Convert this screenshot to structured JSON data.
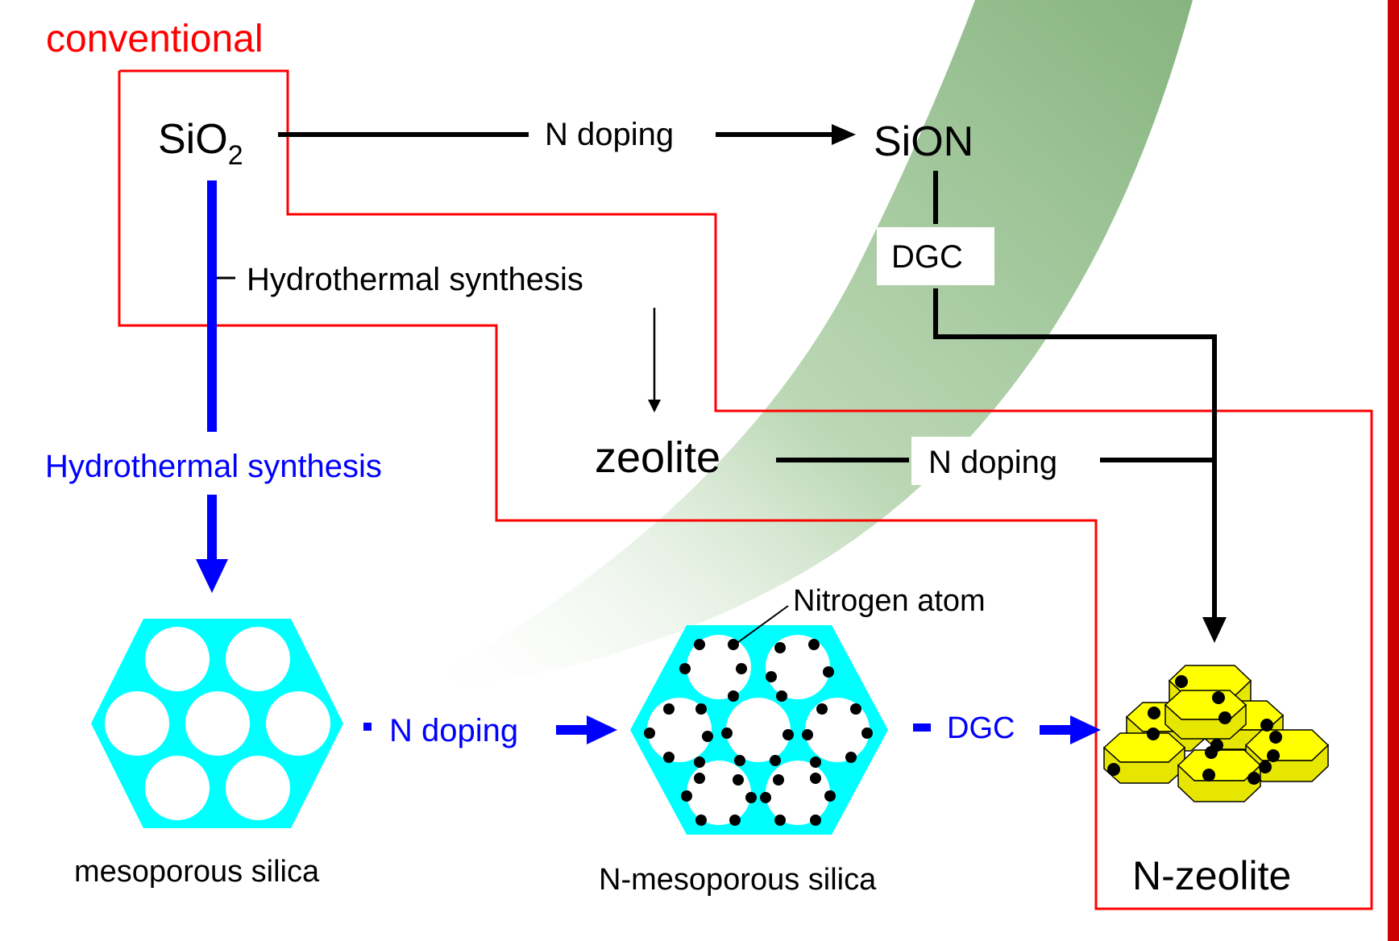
{
  "labels": {
    "conventional": "conventional",
    "sio2_base": "SiO",
    "sio2_sub": "2",
    "sion": "SiON",
    "n_doping_top": "N doping",
    "dgc_right": "DGC",
    "hydrothermal_black": "Hydrothermal synthesis",
    "hydrothermal_blue": "Hydrothermal synthesis",
    "zeolite": "zeolite",
    "n_doping_mid": "N doping",
    "nitrogen_atom": "Nitrogen atom",
    "n_doping_blue": "N doping",
    "dgc_blue": "DGC",
    "mesoporous_silica": "mesoporous silica",
    "n_mesoporous_silica": "N-mesoporous silica",
    "n_zeolite": "N-zeolite"
  },
  "colors": {
    "highlight_red": "#ff0000",
    "flow_blue": "#0000ff",
    "flow_black": "#000000",
    "pore_cyan": "#00ffff",
    "crystal_yellow": "#ffff00",
    "swoosh_green": "#8fb98a",
    "side_bar_red": "#cc0000"
  }
}
